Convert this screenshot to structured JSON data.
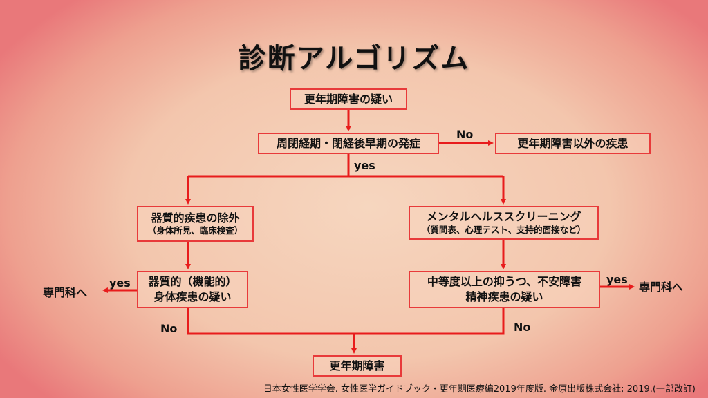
{
  "title": "診断アルゴリズム",
  "nodes": {
    "suspect": "更年期障害の疑い",
    "onset": "周閉経期・閉経後早期の発症",
    "other": "更年期障害以外の疾患",
    "organic_line1": "器質的疾患の除外",
    "organic_line2": "（身体所見、臨床検査）",
    "mental_line1": "メンタルヘルススクリーニング",
    "mental_line2": "（質問表、心理テスト、支持的面接など）",
    "organic_suspect_line1": "器質的（機能的）",
    "organic_suspect_line2": "身体疾患の疑い",
    "depression_line1": "中等度以上の抑うつ、不安障害",
    "depression_line2": "精神疾患の疑い",
    "result": "更年期障害"
  },
  "labels": {
    "no_onset": "No",
    "yes_onset": "yes",
    "yes_left": "yes",
    "referral_left": "専門科へ",
    "yes_right": "yes",
    "referral_right": "専門科へ",
    "no_left": "No",
    "no_right": "No"
  },
  "citation": "日本女性医学学会. 女性医学ガイドブック・更年期医療編2019年度版. 金原出版株式会社; 2019.(一部改訂)",
  "colors": {
    "arrow": "#e81c1c",
    "box_border": "#e83a3a"
  }
}
